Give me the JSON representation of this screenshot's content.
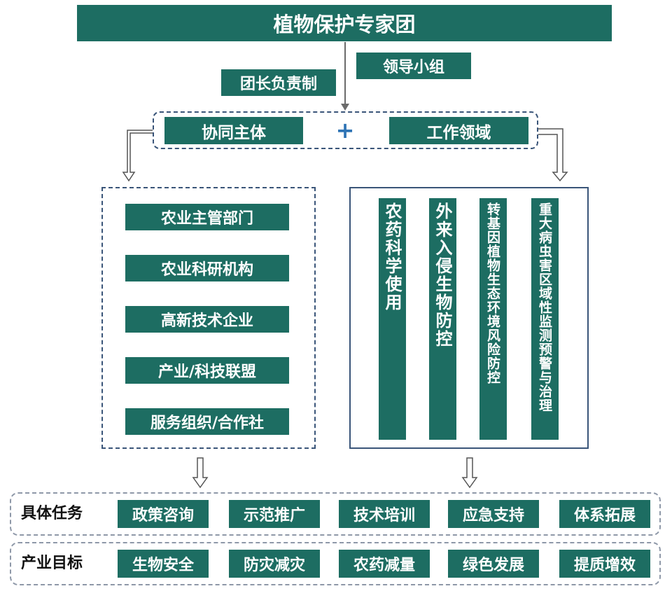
{
  "title": "植物保护专家团",
  "leader_tag": "领导小组",
  "responsibility_tag": "团长负责制",
  "collab_label": "协同主体",
  "plus_sign": "+",
  "work_label": "工作领域",
  "actors": [
    "农业主管部门",
    "农业科研机构",
    "高新技术企业",
    "产业/科技联盟",
    "服务组织/合作社"
  ],
  "domains": [
    "农药科学使用",
    "外来入侵生物防控",
    "转基因植物生态环境风险防控",
    "重大病虫害区域性监测预警与治理"
  ],
  "tasks": {
    "label": "具体任务",
    "items": [
      "政策咨询",
      "示范推广",
      "技术培训",
      "应急支持",
      "体系拓展"
    ]
  },
  "goals": {
    "label": "产业目标",
    "items": [
      "生物安全",
      "防灾减灾",
      "农药减量",
      "绿色发展",
      "提质增效"
    ]
  },
  "colors": {
    "box_fill": "#1d6d62",
    "frame_stroke": "#3a5579",
    "plus_color": "#2f74b5",
    "row_frame_stroke": "#8e98a8"
  }
}
